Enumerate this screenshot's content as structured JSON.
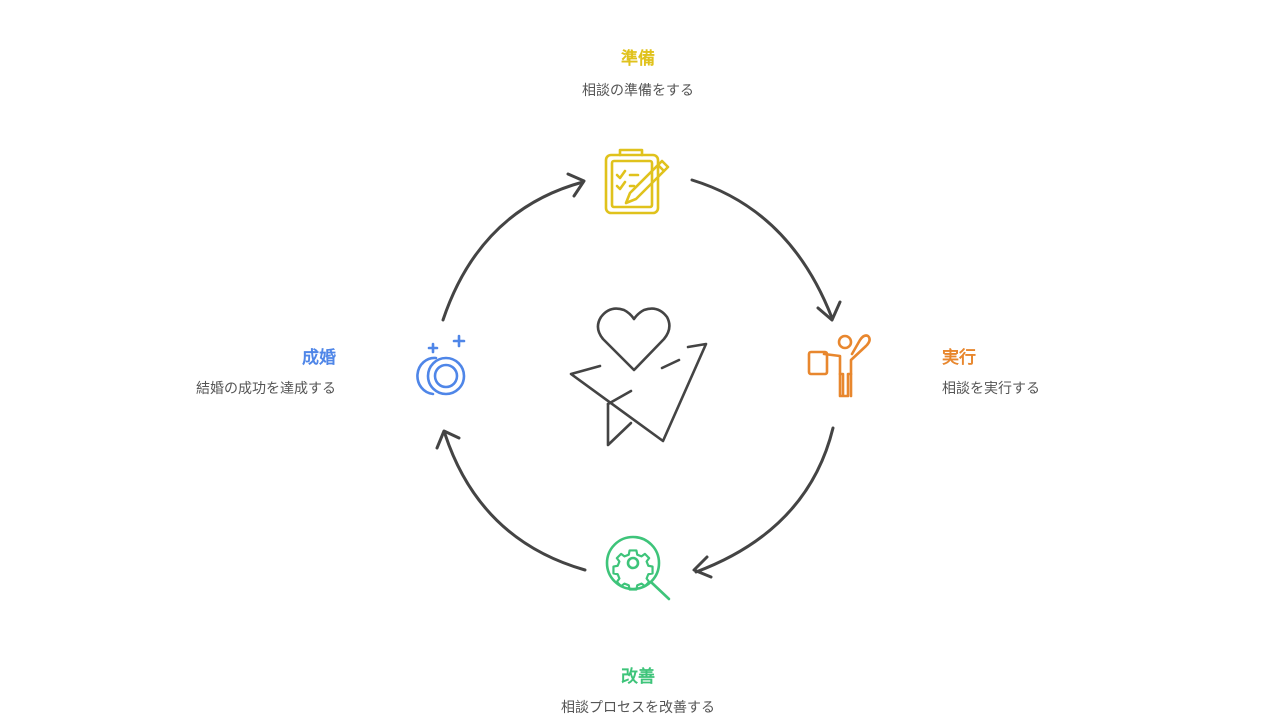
{
  "diagram": {
    "type": "cycle",
    "center_icon": "heart-paper-plane-icon",
    "arrow_color": "#444444",
    "steps": [
      {
        "key": "prepare",
        "title": "準備",
        "description": "相談の準備をする",
        "icon": "clipboard-pencil-icon",
        "color": "#e0c21c"
      },
      {
        "key": "execute",
        "title": "実行",
        "description": "相談を実行する",
        "icon": "person-presenting-icon",
        "color": "#e8872e"
      },
      {
        "key": "improve",
        "title": "改善",
        "description": "相談プロセスを改善する",
        "icon": "gear-magnifier-icon",
        "color": "#3ec47a"
      },
      {
        "key": "marriage",
        "title": "成婚",
        "description": "結婚の成功を達成する",
        "icon": "wedding-rings-icon",
        "color": "#4f86e8"
      }
    ]
  }
}
